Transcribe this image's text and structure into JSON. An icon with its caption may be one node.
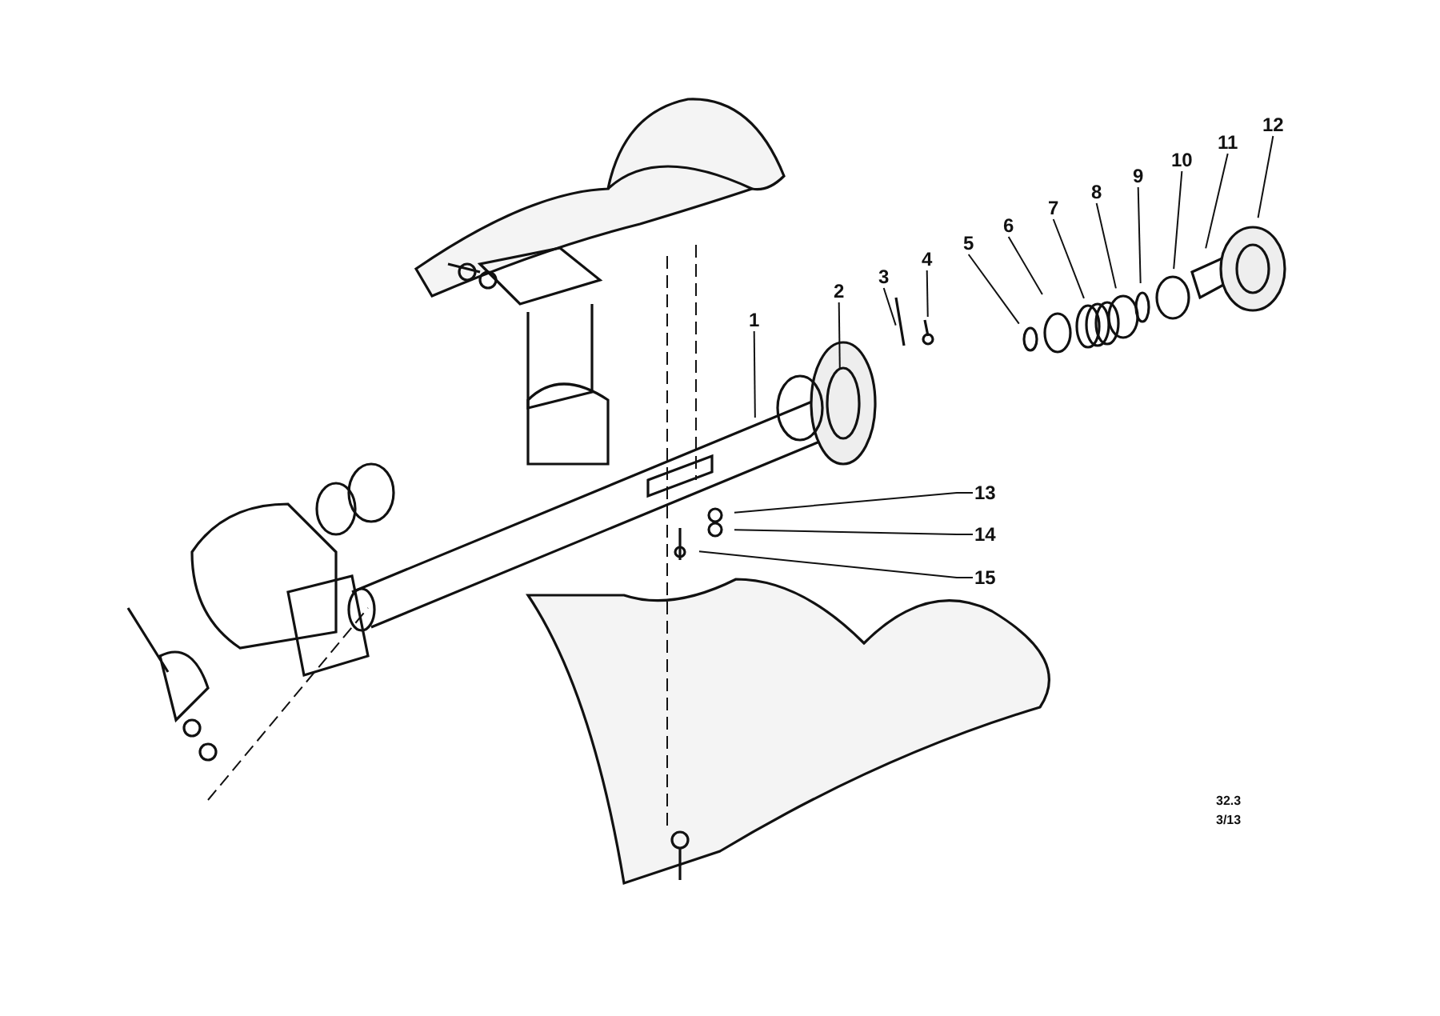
{
  "diagram": {
    "nodes": [
      {
        "text": [
          "1"
        ]
      },
      {
        "text": [
          "2"
        ]
      },
      {
        "text": [
          "3"
        ]
      },
      {
        "text": [
          "4"
        ]
      },
      {
        "text": [
          "5"
        ]
      },
      {
        "text": [
          "6"
        ]
      },
      {
        "text": [
          "7"
        ]
      },
      {
        "text": [
          "8"
        ]
      },
      {
        "text": [
          "9"
        ]
      },
      {
        "text": [
          "10"
        ]
      },
      {
        "text": [
          "11"
        ]
      },
      {
        "text": [
          "12"
        ]
      },
      {
        "text": [
          "13"
        ]
      },
      {
        "text": [
          "14"
        ]
      },
      {
        "text": [
          "15"
        ]
      }
    ],
    "edges": [
      {
        "from": 0,
        "to": null,
        "arrow": "none"
      },
      {
        "from": 1,
        "to": null,
        "arrow": "none"
      },
      {
        "from": 2,
        "to": null,
        "arrow": "none"
      },
      {
        "from": 3,
        "to": null,
        "arrow": "none"
      },
      {
        "from": 4,
        "to": null,
        "arrow": "none"
      },
      {
        "from": 5,
        "to": null,
        "arrow": "none"
      },
      {
        "from": 6,
        "to": null,
        "arrow": "none"
      },
      {
        "from": 7,
        "to": null,
        "arrow": "none"
      },
      {
        "from": 8,
        "to": null,
        "arrow": "none"
      },
      {
        "from": 9,
        "to": null,
        "arrow": "none"
      },
      {
        "from": 10,
        "to": null,
        "arrow": "none"
      },
      {
        "from": 11,
        "to": null,
        "arrow": "none"
      },
      {
        "from": 12,
        "to": null,
        "arrow": "none"
      },
      {
        "from": 13,
        "to": null,
        "arrow": "none"
      },
      {
        "from": 14,
        "to": null,
        "arrow": "none"
      }
    ],
    "labels": [
      "32.3",
      "3/13"
    ]
  }
}
